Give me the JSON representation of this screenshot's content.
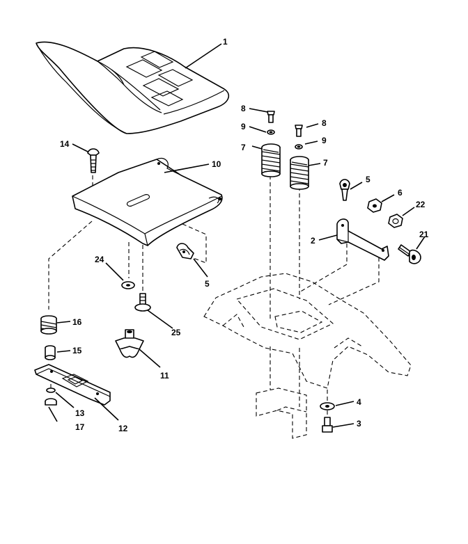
{
  "diagram": {
    "callouts": [
      {
        "id": "c1",
        "label": "1"
      },
      {
        "id": "c8a",
        "label": "8"
      },
      {
        "id": "c9a",
        "label": "9"
      },
      {
        "id": "c7a",
        "label": "7"
      },
      {
        "id": "c8b",
        "label": "8"
      },
      {
        "id": "c9b",
        "label": "9"
      },
      {
        "id": "c7b",
        "label": "7"
      },
      {
        "id": "c14",
        "label": "14"
      },
      {
        "id": "c10",
        "label": "10"
      },
      {
        "id": "c5a",
        "label": "5"
      },
      {
        "id": "c6",
        "label": "6"
      },
      {
        "id": "c22",
        "label": "22"
      },
      {
        "id": "c2",
        "label": "2"
      },
      {
        "id": "c21",
        "label": "21"
      },
      {
        "id": "c24",
        "label": "24"
      },
      {
        "id": "c5b",
        "label": "5"
      },
      {
        "id": "c25",
        "label": "25"
      },
      {
        "id": "c16",
        "label": "16"
      },
      {
        "id": "c15",
        "label": "15"
      },
      {
        "id": "c11",
        "label": "11"
      },
      {
        "id": "c13",
        "label": "13"
      },
      {
        "id": "c17",
        "label": "17"
      },
      {
        "id": "c12",
        "label": "12"
      },
      {
        "id": "c4",
        "label": "4"
      },
      {
        "id": "c3",
        "label": "3"
      }
    ]
  }
}
